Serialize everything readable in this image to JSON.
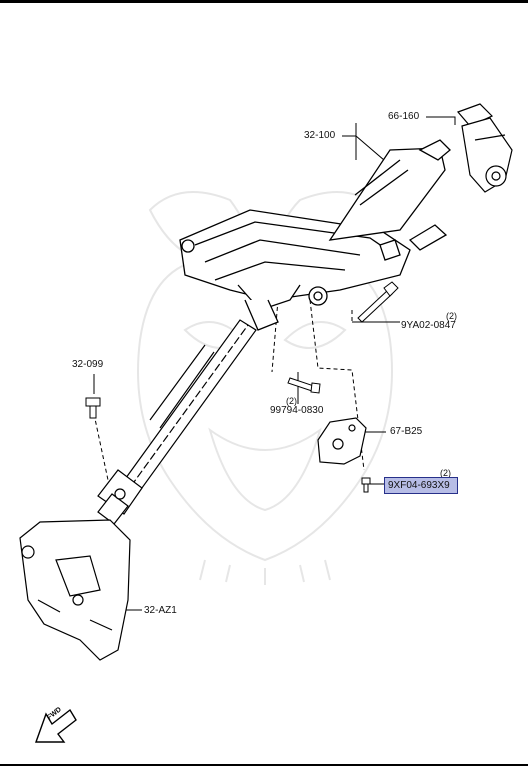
{
  "diagram": {
    "callouts": [
      {
        "id": "66-160",
        "label": "66-160"
      },
      {
        "id": "32-100",
        "label": "32-100"
      },
      {
        "id": "9YA02-0847",
        "label": "9YA02-0847",
        "qty": "(2)"
      },
      {
        "id": "32-099",
        "label": "32-099"
      },
      {
        "id": "99794-0830",
        "label": "99794-0830",
        "qty": "(2)"
      },
      {
        "id": "67-B25",
        "label": "67-B25"
      },
      {
        "id": "9XF04-693X9",
        "label": "9XF04-693X9",
        "qty": "(2)",
        "highlighted": true
      },
      {
        "id": "32-AZ1",
        "label": "32-AZ1"
      }
    ],
    "fwd_label": "FWD",
    "highlight_color": "#b7bde6",
    "highlight_border": "#27308a",
    "watermark": "samurai-mask-icon"
  }
}
